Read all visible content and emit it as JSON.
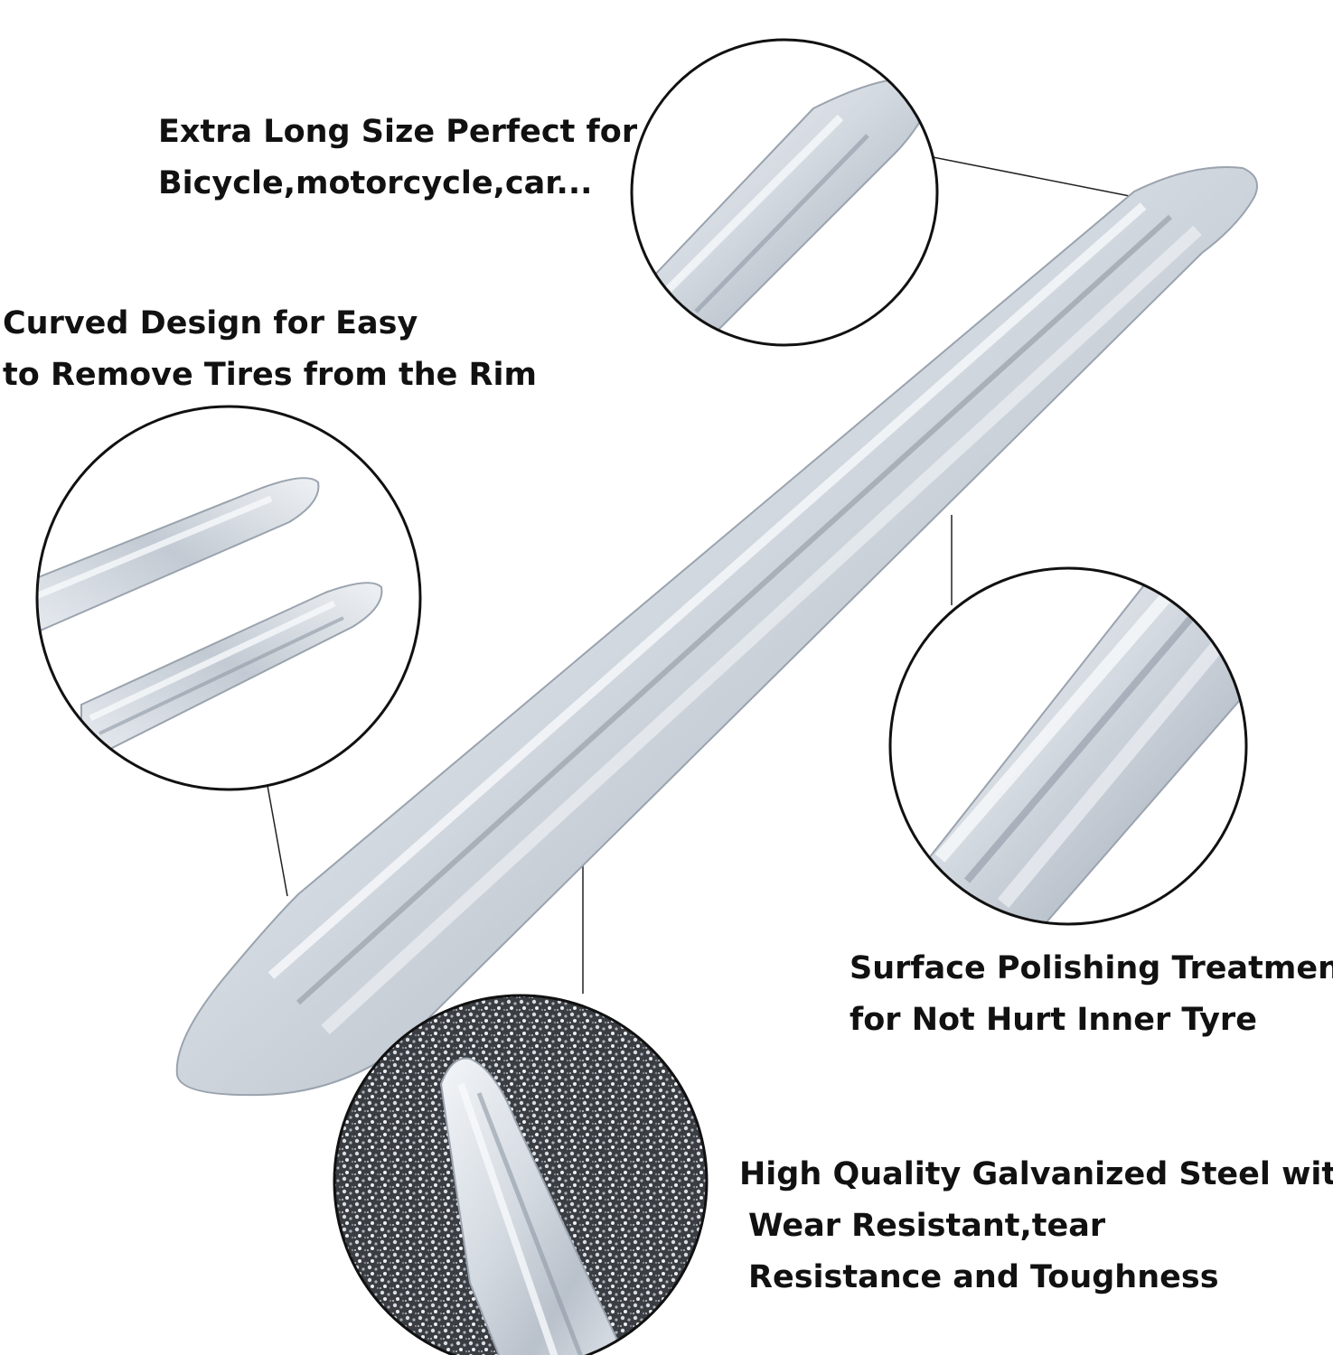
{
  "palette": {
    "background": "#ffffff",
    "steel_light": "#e9edf2",
    "steel_mid": "#c7ced7",
    "steel_dark": "#8f99a6",
    "outline": "#111111",
    "text": "#111111"
  },
  "captions": {
    "extra_long": {
      "line1": "Extra Long Size Perfect for",
      "line2": "Bicycle,motorcycle,car..."
    },
    "curved_design": {
      "line1": "Curved Design for Easy",
      "line2": "to Remove Tires from the Rim"
    },
    "surface_polishing": {
      "line1": "Surface Polishing Treatment",
      "line2": "for Not Hurt Inner Tyre"
    },
    "galvanized_steel": {
      "line1": "High Quality Galvanized Steel with",
      "line2": "Wear Resistant,tear",
      "line3": "Resistance and Toughness"
    }
  },
  "illustration": {
    "main_item": "tire-lever",
    "detail_callouts": [
      "tip-closeup",
      "curved-tips-closeup",
      "polished-surface-closeup",
      "galvanized-texture-closeup"
    ]
  }
}
